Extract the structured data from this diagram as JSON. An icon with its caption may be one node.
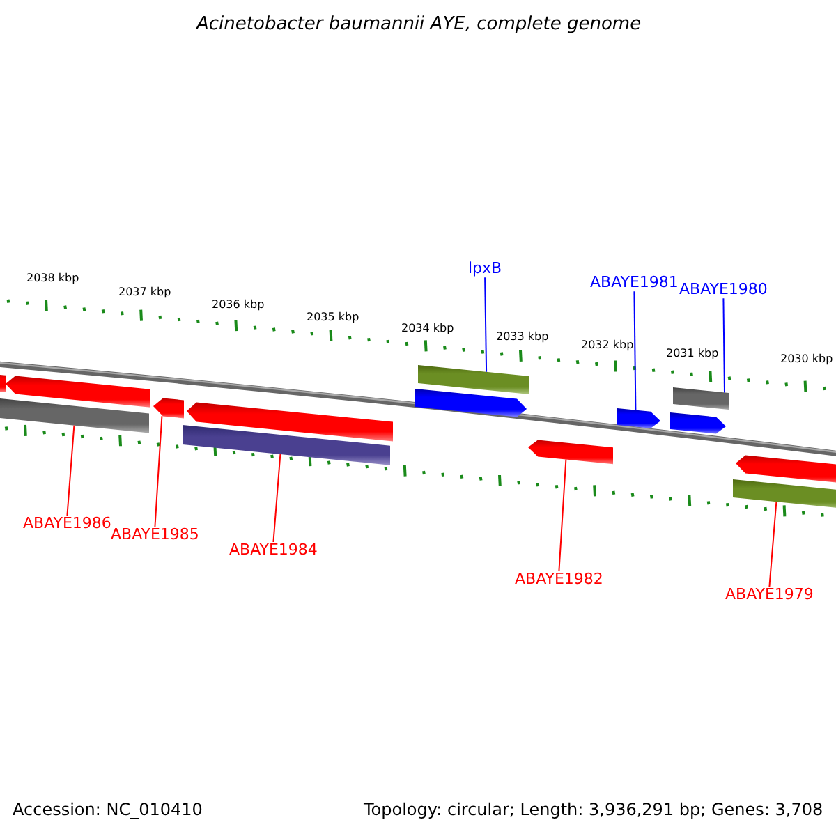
{
  "diagram": {
    "title": "Acinetobacter baumannii AYE, complete genome",
    "nodes": [
      {
        "text": [
          "lpxB"
        ]
      },
      {
        "text": [
          "ABAYE1981"
        ]
      },
      {
        "text": [
          "ABAYE1980"
        ]
      },
      {
        "text": [],
        "shape": "arrow"
      },
      {
        "text": [],
        "shape": "bar"
      },
      {
        "text": [],
        "shape": "arrow"
      },
      {
        "text": [],
        "shape": "arrow"
      },
      {
        "text": [],
        "shape": "bar"
      },
      {
        "text": [],
        "shape": "arrow"
      },
      {
        "text": [],
        "shape": "arrow"
      },
      {
        "text": [],
        "shape": "bar"
      },
      {
        "text": [],
        "shape": "arrow"
      },
      {
        "text": [],
        "shape": "arrow"
      },
      {
        "text": [],
        "shape": "arrow"
      },
      {
        "text": [],
        "shape": "bar"
      },
      {
        "text": [],
        "shape": "arrow"
      },
      {
        "text": [],
        "shape": "bar"
      },
      {
        "text": [
          "ABAYE1986"
        ]
      },
      {
        "text": [
          "ABAYE1985"
        ]
      },
      {
        "text": [
          "ABAYE1984"
        ]
      },
      {
        "text": [
          "ABAYE1982"
        ]
      },
      {
        "text": [
          "ABAYE1979"
        ]
      }
    ],
    "edges": [
      {
        "from": 0,
        "to": 10,
        "arrow": "none",
        "color": "#0000ff"
      },
      {
        "from": 1,
        "to": 12,
        "arrow": "none",
        "color": "#0000ff"
      },
      {
        "from": 2,
        "to": 14,
        "arrow": "none",
        "color": "#0000ff"
      },
      {
        "from": 17,
        "to": 4,
        "arrow": "none"
      },
      {
        "from": 18,
        "to": 6,
        "arrow": "none"
      },
      {
        "from": 19,
        "to": 7,
        "arrow": "none"
      },
      {
        "from": 20,
        "to": 11,
        "arrow": "none"
      },
      {
        "from": 21,
        "to": 16,
        "arrow": "none"
      }
    ],
    "labels": [
      "2038 kbp",
      "2037 kbp",
      "2036 kbp",
      "2035 kbp",
      "2034 kbp",
      "2033 kbp",
      "2032 kbp",
      "2031 kbp",
      "2030 kbp",
      "Accession: NC_010410",
      "Topology: circular; Length: 3,936,291 bp; Genes: 3,708"
    ]
  }
}
